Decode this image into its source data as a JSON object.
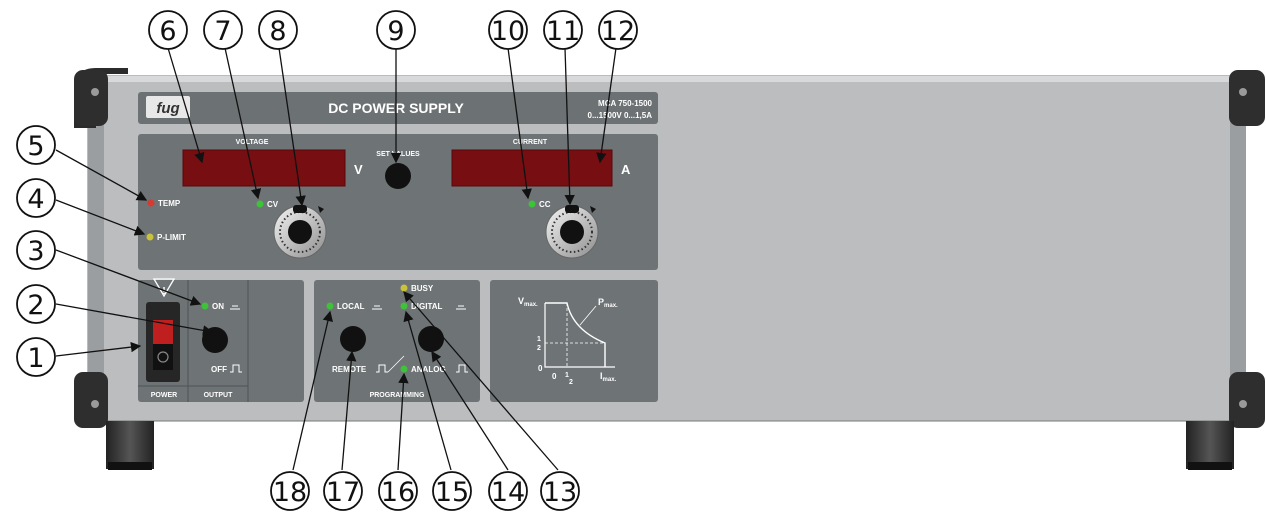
{
  "device": {
    "logo": "fug",
    "title": "DC POWER SUPPLY",
    "model": "MCA 750-1500",
    "range": "0...1500V  0...1,5A"
  },
  "displays": {
    "voltage_label": "VOLTAGE",
    "voltage_unit": "V",
    "current_label": "CURRENT",
    "current_unit": "A",
    "set_values_label": "SET VALUES"
  },
  "indicators": {
    "temp": "TEMP",
    "plimit": "P-LIMIT",
    "cv": "CV",
    "cc": "CC",
    "on": "ON",
    "off": "OFF",
    "busy": "BUSY",
    "local": "LOCAL",
    "digital": "DIGITAL",
    "remote": "REMOTE",
    "analog": "ANALOG"
  },
  "sections": {
    "power": "POWER",
    "output": "OUTPUT",
    "programming": "PROGRAMMING"
  },
  "graph": {
    "vmax": "V",
    "vmax_sub": "max.",
    "pmax": "P",
    "pmax_sub": "max.",
    "imax": "I",
    "imax_sub": "max.",
    "zero_x": "0",
    "zero_y": "0",
    "half_num": "1",
    "half_den": "2"
  },
  "callouts": [
    "1",
    "2",
    "3",
    "4",
    "5",
    "6",
    "7",
    "8",
    "9",
    "10",
    "11",
    "12",
    "13",
    "14",
    "15",
    "16",
    "17",
    "18"
  ],
  "colors": {
    "panel": "#b9bcbd",
    "face": "#6e7375",
    "display": "#7a0f12",
    "led_green": "#3ec23a",
    "led_red": "#d83a32",
    "led_yellow": "#c9c23a"
  }
}
